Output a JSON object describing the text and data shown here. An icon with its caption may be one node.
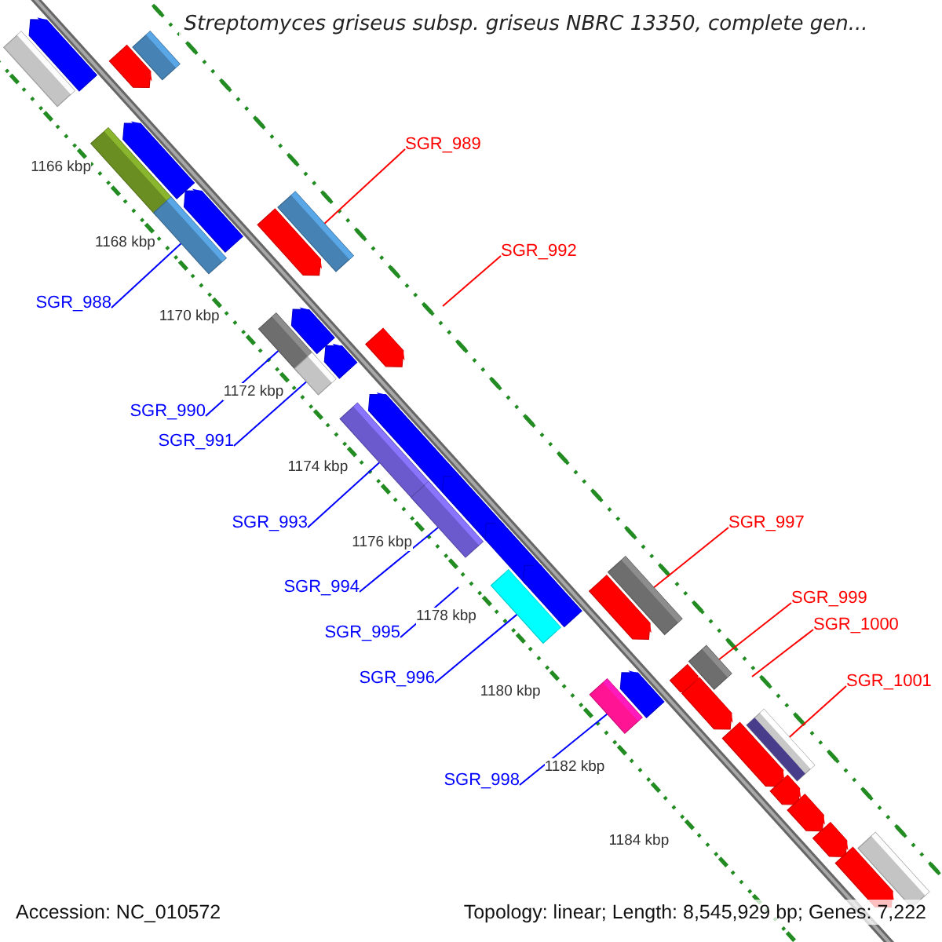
{
  "diagram": {
    "title": "Streptomyces griseus subsp. griseus NBRC 13350, complete gen...",
    "nodes": [
      {
        "text": [],
        "shape": "bar"
      },
      {
        "text": [],
        "shape": "arrow"
      },
      {
        "text": [],
        "shape": "arrow"
      },
      {
        "text": [],
        "shape": "bar"
      },
      {
        "text": [],
        "shape": "bar"
      },
      {
        "text": [],
        "shape": "arrow"
      },
      {
        "text": [],
        "shape": "bar"
      },
      {
        "text": [],
        "shape": "arrow"
      },
      {
        "text": [],
        "shape": "arrow"
      },
      {
        "text": [],
        "shape": "bar"
      },
      {
        "text": [],
        "shape": "arrow"
      },
      {
        "text": [],
        "shape": "bar"
      },
      {
        "text": [],
        "shape": "arrow"
      },
      {
        "text": [],
        "shape": "arrow"
      },
      {
        "text": [],
        "shape": "bar"
      },
      {
        "text": [],
        "shape": "arrow"
      },
      {
        "text": [],
        "shape": "bar"
      },
      {
        "text": [],
        "shape": "bar"
      },
      {
        "text": [],
        "shape": "arrow"
      },
      {
        "text": [],
        "shape": "arrow"
      },
      {
        "text": [],
        "shape": "arrow"
      },
      {
        "text": [],
        "shape": "bar"
      },
      {
        "text": [],
        "shape": "arrow"
      },
      {
        "text": [],
        "shape": "bar"
      },
      {
        "text": [],
        "shape": "arrow"
      },
      {
        "text": [],
        "shape": "bar"
      },
      {
        "text": [],
        "shape": "bar"
      },
      {
        "text": [],
        "shape": "arrow"
      },
      {
        "text": [],
        "shape": "arrow"
      },
      {
        "text": [],
        "shape": "arrow"
      },
      {
        "text": [],
        "shape": "bar"
      },
      {
        "text": [],
        "shape": "arrow"
      },
      {
        "text": [],
        "shape": "arrow"
      },
      {
        "text": [],
        "shape": "arrow"
      },
      {
        "text": [],
        "shape": "arrow"
      },
      {
        "text": [],
        "shape": "bar"
      },
      {
        "text": [
          "SGR_989"
        ]
      },
      {
        "text": [
          "SGR_988"
        ]
      },
      {
        "text": [
          "SGR_992"
        ]
      },
      {
        "text": [
          "SGR_990"
        ]
      },
      {
        "text": [
          "SGR_991"
        ]
      },
      {
        "text": [
          "SGR_993"
        ]
      },
      {
        "text": [
          "SGR_997"
        ]
      },
      {
        "text": [
          "SGR_994"
        ]
      },
      {
        "text": [
          "SGR_999"
        ]
      },
      {
        "text": [
          "SGR_1000"
        ]
      },
      {
        "text": [
          "SGR_995"
        ]
      },
      {
        "text": [
          "SGR_1001"
        ]
      },
      {
        "text": [
          "SGR_996"
        ]
      },
      {
        "text": [
          "SGR_998"
        ]
      }
    ],
    "edges": [
      {
        "from": 36,
        "to": 9,
        "arrow": "none",
        "color": "#ff0000"
      },
      {
        "from": 37,
        "to": 6,
        "arrow": "none"
      },
      {
        "from": 38,
        "to": null,
        "arrow": "none",
        "color": "#ff0000"
      },
      {
        "from": 39,
        "to": 11,
        "arrow": "none"
      },
      {
        "from": 40,
        "to": 14,
        "arrow": "none"
      },
      {
        "from": 41,
        "to": 16,
        "arrow": "none"
      },
      {
        "from": 42,
        "to": 25,
        "arrow": "none",
        "color": "#ff0000"
      },
      {
        "from": 43,
        "to": 17,
        "arrow": "none"
      },
      {
        "from": 44,
        "to": 26,
        "arrow": "none",
        "color": "#ff0000"
      },
      {
        "from": 45,
        "to": null,
        "arrow": "none",
        "color": "#ff0000"
      },
      {
        "from": 46,
        "to": null,
        "arrow": "none"
      },
      {
        "from": 47,
        "to": 30,
        "arrow": "none",
        "color": "#ff0000"
      },
      {
        "from": 48,
        "to": 21,
        "arrow": "none"
      },
      {
        "from": 49,
        "to": 23,
        "arrow": "none"
      }
    ],
    "labels": [
      "1166 kbp",
      "1168 kbp",
      "1170 kbp",
      "1172 kbp",
      "1174 kbp",
      "1176 kbp",
      "1178 kbp",
      "1180 kbp",
      "1182 kbp",
      "1184 kbp",
      "Accession: NC_010572",
      "Topology: linear; Length: 8,545,929 bp; Genes: 7,222"
    ]
  }
}
